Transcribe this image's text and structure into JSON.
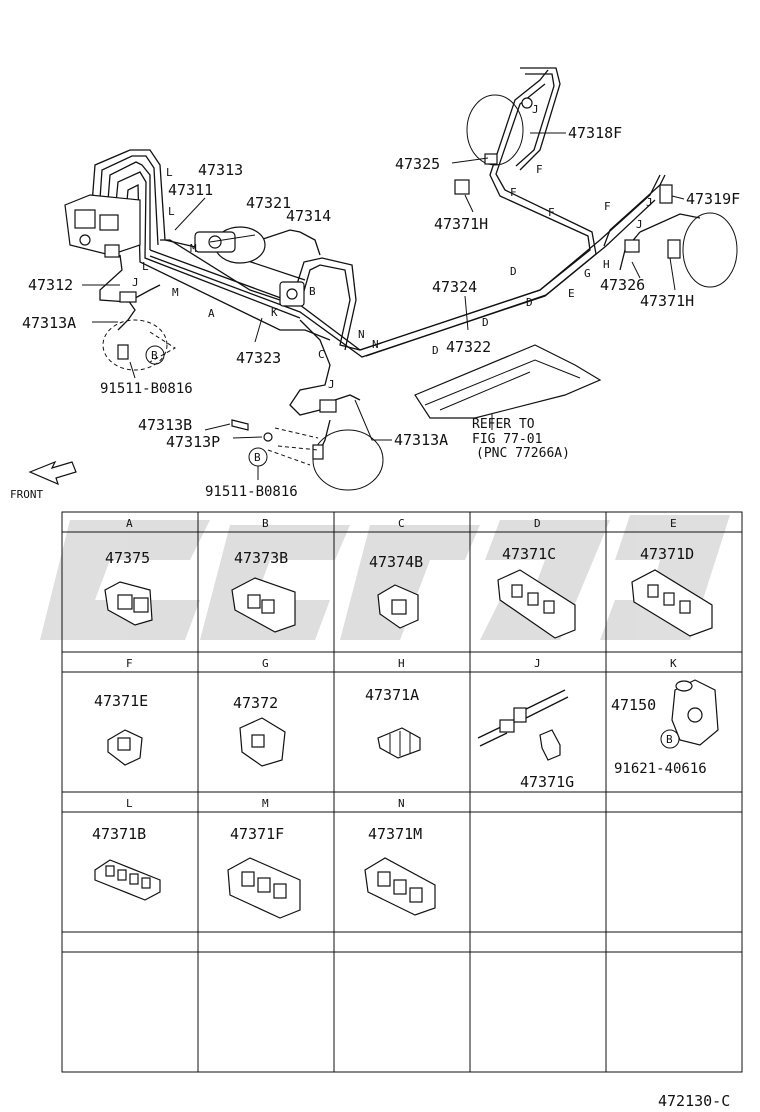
{
  "diagram": {
    "part_numbers": [
      "47313",
      "47311",
      "47321",
      "47314",
      "47312",
      "47313A",
      "47323",
      "47324",
      "47322",
      "47325",
      "47318F",
      "47371H",
      "47319F",
      "47326",
      "47371H",
      "47313B",
      "47313P",
      "47313A"
    ],
    "ref_notes": [
      "91511-B0816",
      "91511-B0816"
    ],
    "refer_note": [
      "REFER TO",
      "FIG 77-01",
      "(PNC 77266A)"
    ],
    "front_label": "FRONT",
    "circle_b": "B",
    "line_letters": [
      "L",
      "L",
      "L",
      "M",
      "M",
      "J",
      "A",
      "K",
      "B",
      "C",
      "J",
      "N",
      "N",
      "D",
      "D",
      "D",
      "D",
      "E",
      "G",
      "F",
      "F",
      "F",
      "J",
      "J",
      "H",
      "J",
      "F"
    ]
  },
  "table": {
    "rows": [
      [
        {
          "letter": "A",
          "part": "47375"
        },
        {
          "letter": "B",
          "part": "47373B"
        },
        {
          "letter": "C",
          "part": "47374B"
        },
        {
          "letter": "D",
          "part": "47371C"
        },
        {
          "letter": "E",
          "part": "47371D"
        }
      ],
      [
        {
          "letter": "F",
          "part": "47371E"
        },
        {
          "letter": "G",
          "part": "47372"
        },
        {
          "letter": "H",
          "part": "47371A"
        },
        {
          "letter": "J",
          "part": "47371G"
        },
        {
          "letter": "K",
          "part": "47150",
          "sub": "91621-40616",
          "circle": "B"
        }
      ],
      [
        {
          "letter": "L",
          "part": "47371B"
        },
        {
          "letter": "M",
          "part": "47371F"
        },
        {
          "letter": "N",
          "part": "47371M"
        },
        {
          "letter": "",
          "part": ""
        },
        {
          "letter": "",
          "part": ""
        }
      ]
    ]
  },
  "figure_code": "472130-C",
  "colors": {
    "line": "#111111",
    "watermark": "#d9d9d9"
  }
}
